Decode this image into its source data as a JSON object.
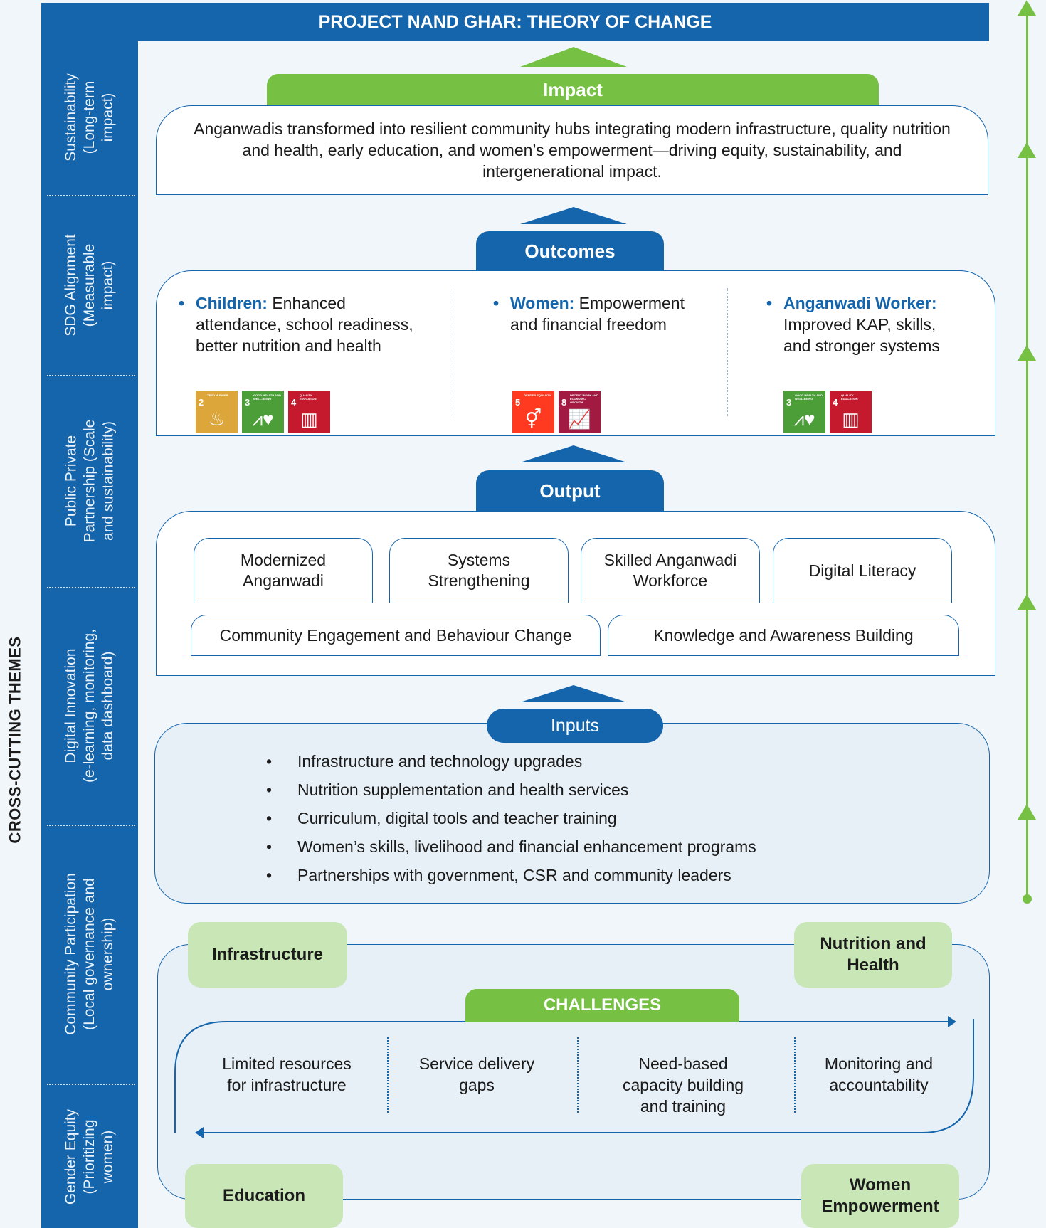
{
  "title": "PROJECT NAND GHAR: THEORY OF CHANGE",
  "cross_cutting_label": "CROSS-CUTTING THEMES",
  "themes": [
    {
      "line1": "Sustainability",
      "line2": "(Long-term",
      "line3": "impact)"
    },
    {
      "line1": "SDG Alignment",
      "line2": "(Measurable",
      "line3": "impact)"
    },
    {
      "line1": "Public Private",
      "line2": "Partnership (Scale",
      "line3": "and sustainability)"
    },
    {
      "line1": "Digital Innovation",
      "line2": "(e-learning, monitoring,",
      "line3": "data dashboard)"
    },
    {
      "line1": "Community Participation",
      "line2": "(Local governance and",
      "line3": "ownership)"
    },
    {
      "line1": "Gender Equity",
      "line2": "(Prioritizing",
      "line3": "women)"
    }
  ],
  "impact": {
    "label": "Impact",
    "text": "Anganwadis transformed into resilient community hubs integrating modern infrastructure, quality nutrition and health, early education, and women’s empowerment—driving equity, sustainability, and intergenerational impact."
  },
  "outcomes": {
    "label": "Outcomes",
    "items": [
      {
        "head": "Children:",
        "rest1": " Enhanced",
        "rest2": "attendance, school readiness,",
        "rest3": "better nutrition and health"
      },
      {
        "head": "Women:",
        "rest1": " Empowerment",
        "rest2": "and financial freedom",
        "rest3": ""
      },
      {
        "head": "Anganwadi Worker:",
        "rest1": "",
        "rest2": "Improved KAP, skills,",
        "rest3": "and stronger systems"
      }
    ],
    "bullet": "•",
    "sdgs": {
      "children": [
        {
          "num": "2",
          "title": "ZERO HUNGER",
          "icon": "♨",
          "color": "#dda63a"
        },
        {
          "num": "3",
          "title": "GOOD HEALTH AND WELL-BEING",
          "icon": "⩘♥",
          "color": "#4c9f38"
        },
        {
          "num": "4",
          "title": "QUALITY EDUCATION",
          "icon": "▥",
          "color": "#c5192d"
        }
      ],
      "women": [
        {
          "num": "5",
          "title": "GENDER EQUALITY",
          "icon": "⚥",
          "color": "#ff3a21"
        },
        {
          "num": "8",
          "title": "DECENT WORK AND ECONOMIC GROWTH",
          "icon": "📈",
          "color": "#a21942"
        }
      ],
      "worker": [
        {
          "num": "3",
          "title": "GOOD HEALTH AND WELL-BEING",
          "icon": "⩘♥",
          "color": "#4c9f38"
        },
        {
          "num": "4",
          "title": "QUALITY EDUCATION",
          "icon": "▥",
          "color": "#c5192d"
        }
      ]
    }
  },
  "output": {
    "label": "Output",
    "items": [
      {
        "l1": "Modernized",
        "l2": "Anganwadi"
      },
      {
        "l1": "Systems",
        "l2": "Strengthening"
      },
      {
        "l1": "Skilled Anganwadi",
        "l2": "Workforce"
      },
      {
        "l1": "Digital Literacy",
        "l2": ""
      },
      {
        "l1": "Community Engagement and Behaviour Change",
        "l2": ""
      },
      {
        "l1": "Knowledge and Awareness Building",
        "l2": ""
      }
    ]
  },
  "inputs": {
    "label": "Inputs",
    "bullet": "•",
    "items": [
      "Infrastructure and technology upgrades",
      "Nutrition supplementation and health services",
      "Curriculum, digital tools and teacher training",
      "Women’s skills, livelihood and financial enhancement programs",
      "Partnerships with government, CSR and community leaders"
    ]
  },
  "challenges": {
    "label": "CHALLENGES",
    "corners": {
      "top_left": "Infrastructure",
      "top_right_1": "Nutrition and",
      "top_right_2": "Health",
      "bottom_left": "Education",
      "bottom_right_1": "Women",
      "bottom_right_2": "Empowerment"
    },
    "items": [
      {
        "l1": "Limited resources",
        "l2": "for infrastructure",
        "l3": ""
      },
      {
        "l1": "Service delivery",
        "l2": "gaps",
        "l3": ""
      },
      {
        "l1": "Need-based",
        "l2": "capacity building",
        "l3": "and training"
      },
      {
        "l1": "Monitoring and",
        "l2": "accountability",
        "l3": ""
      }
    ]
  },
  "colors": {
    "primary_blue": "#1565ad",
    "accent_green": "#76c043",
    "light_green": "#c8e6b6",
    "background": "#f1f6fa"
  }
}
